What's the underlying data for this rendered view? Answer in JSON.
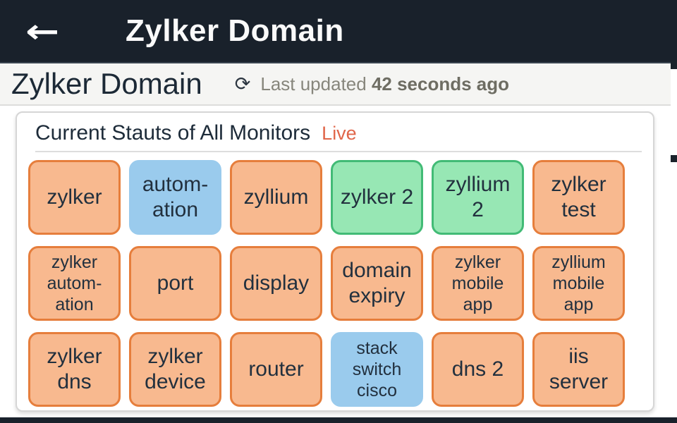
{
  "app_bar": {
    "title": "Zylker Domain"
  },
  "icons": {
    "back": "←",
    "refresh": "⟳"
  },
  "page_header": {
    "title": "Zylker Domain",
    "last_updated_label": "Last updated",
    "last_updated_value": "42 seconds ago"
  },
  "panel": {
    "title": "Current Stauts of All Monitors",
    "live_badge": "Live"
  },
  "colors": {
    "bar_bg": "#19212b",
    "accent_live": "#e0664a",
    "tile_text": "#22303e",
    "up_fill": "#97e7b4",
    "up_border": "#42bb76",
    "trouble_fill": "#f8b98f",
    "trouble_border": "#e67e3c",
    "maintenance_fill": "#9acbed",
    "maintenance_border": "#9acbed"
  },
  "monitors": [
    {
      "label": "zylker",
      "status": "trouble"
    },
    {
      "label": "autom- ation",
      "status": "maintenance"
    },
    {
      "label": "zyllium",
      "status": "trouble"
    },
    {
      "label": "zylker 2",
      "status": "up"
    },
    {
      "label": "zyllium 2",
      "status": "up"
    },
    {
      "label": "zylker test",
      "status": "trouble"
    },
    {
      "label": "zylker autom- ation",
      "status": "trouble"
    },
    {
      "label": "port",
      "status": "trouble"
    },
    {
      "label": "display",
      "status": "trouble"
    },
    {
      "label": "domain expiry",
      "status": "trouble"
    },
    {
      "label": "zylker mobile app",
      "status": "trouble"
    },
    {
      "label": "zyllium mobile app",
      "status": "trouble"
    },
    {
      "label": "zylker dns",
      "status": "trouble"
    },
    {
      "label": "zylker device",
      "status": "trouble"
    },
    {
      "label": "router",
      "status": "trouble"
    },
    {
      "label": "stack switch cisco",
      "status": "maintenance"
    },
    {
      "label": "dns 2",
      "status": "trouble"
    },
    {
      "label": "iis server",
      "status": "trouble"
    }
  ]
}
